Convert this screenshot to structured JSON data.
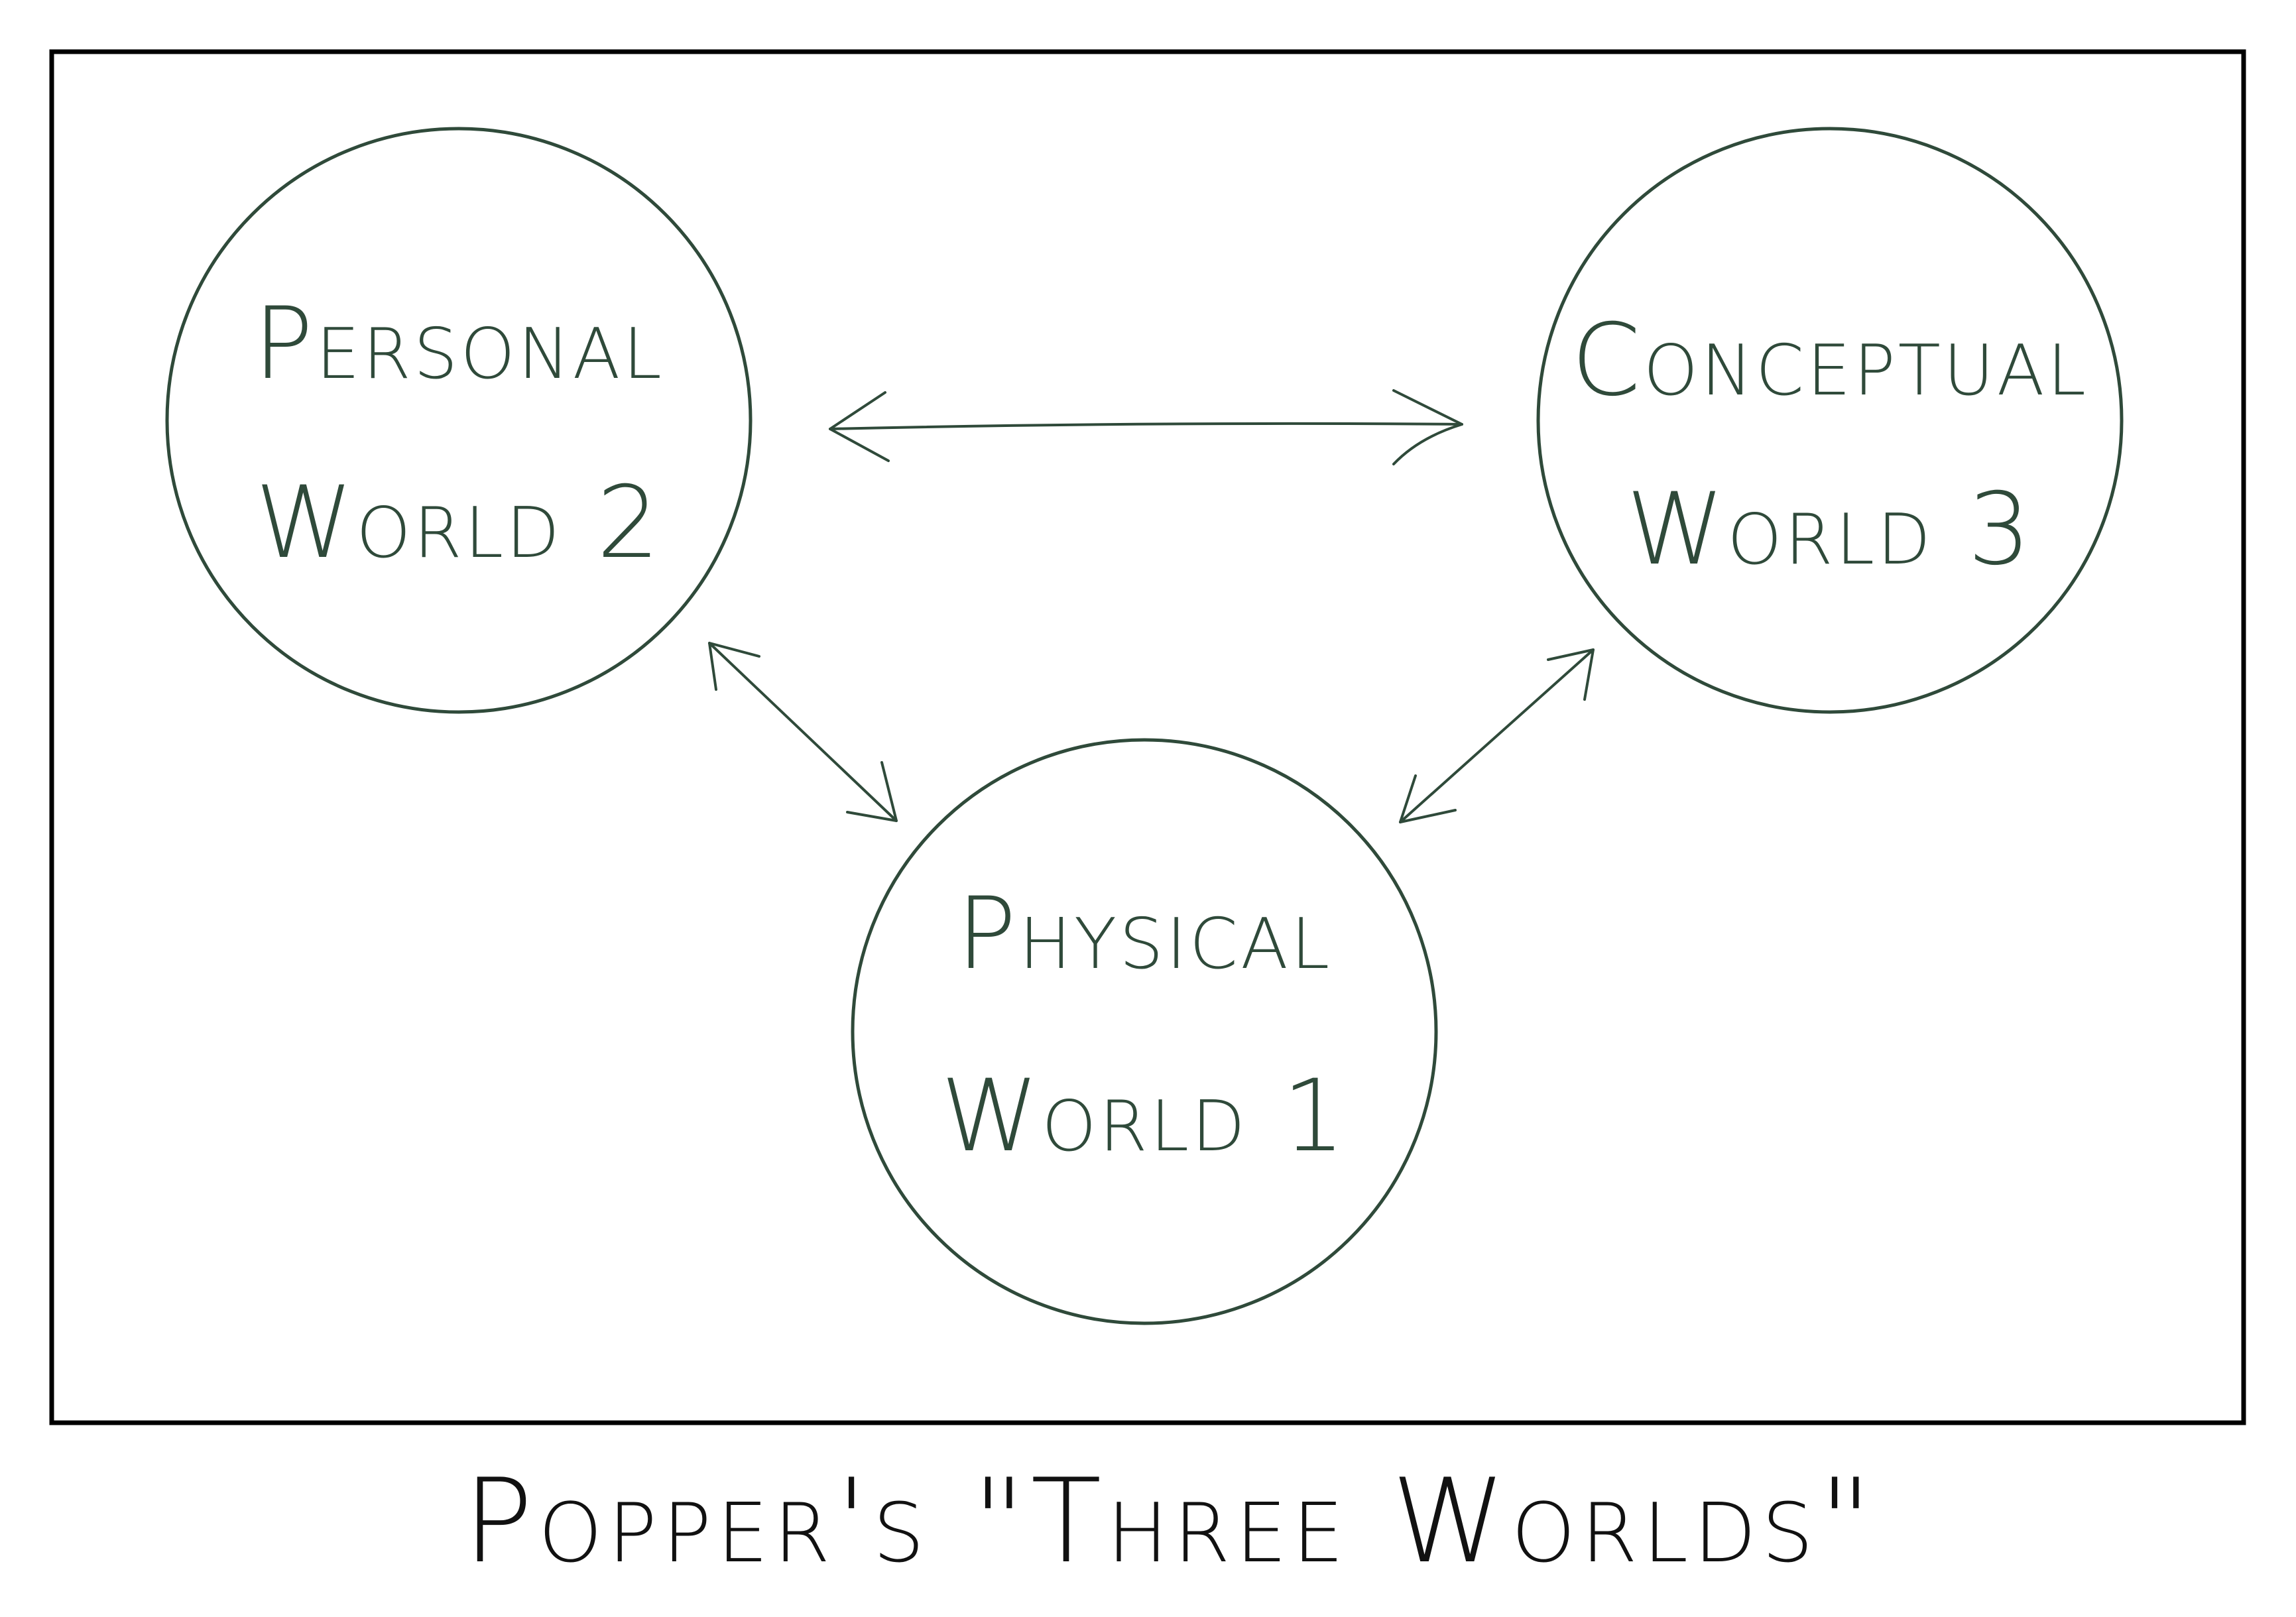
{
  "colors": {
    "ink": "#2f4a3a",
    "frame": "#000000",
    "caption": "#111111",
    "background": "#ffffff"
  },
  "nodes": [
    {
      "id": "world-2",
      "line1": "Personal",
      "line2": "World 2"
    },
    {
      "id": "world-3",
      "line1": "Conceptual",
      "line2": "World 3"
    },
    {
      "id": "world-1",
      "line1": "Physical",
      "line2": "World 1"
    }
  ],
  "links": [
    {
      "from": "world-2",
      "to": "world-3",
      "direction": "bidirectional"
    },
    {
      "from": "world-2",
      "to": "world-1",
      "direction": "bidirectional"
    },
    {
      "from": "world-3",
      "to": "world-1",
      "direction": "bidirectional"
    }
  ],
  "caption": "Popper's \"Three Worlds\""
}
